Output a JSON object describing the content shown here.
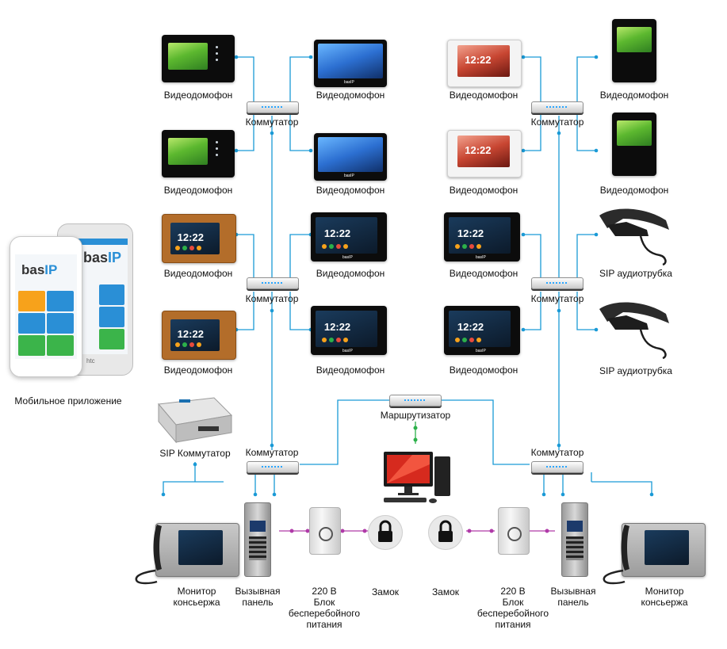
{
  "labels": {
    "videophone": "Видеодомофон",
    "switch": "Коммутатор",
    "sip_handset": "SIP аудиотрубка",
    "router": "Маршрутизатор",
    "sip_switch": "SIP Коммутатор",
    "mobile_app": "Мобильное приложение",
    "lock": "Замок",
    "psu_line1": "220 В",
    "psu_line2": "Блок",
    "psu_line3": "бесперебойного",
    "psu_line4": "питания",
    "monitor_line1": "Монитор",
    "monitor_line2": "консьержа",
    "panel_line1": "Вызывная",
    "panel_line2": "панель"
  },
  "screen_clock": "12:22",
  "brand": "basIP",
  "phone_brand": "bas",
  "phone_brand_suffix": "IP",
  "htc": "htc",
  "colors": {
    "wire_blue": "#1a9ad6",
    "wire_green": "#2cb04a",
    "wire_purple": "#b03aa8",
    "switch_led": "#2aa6ff"
  }
}
